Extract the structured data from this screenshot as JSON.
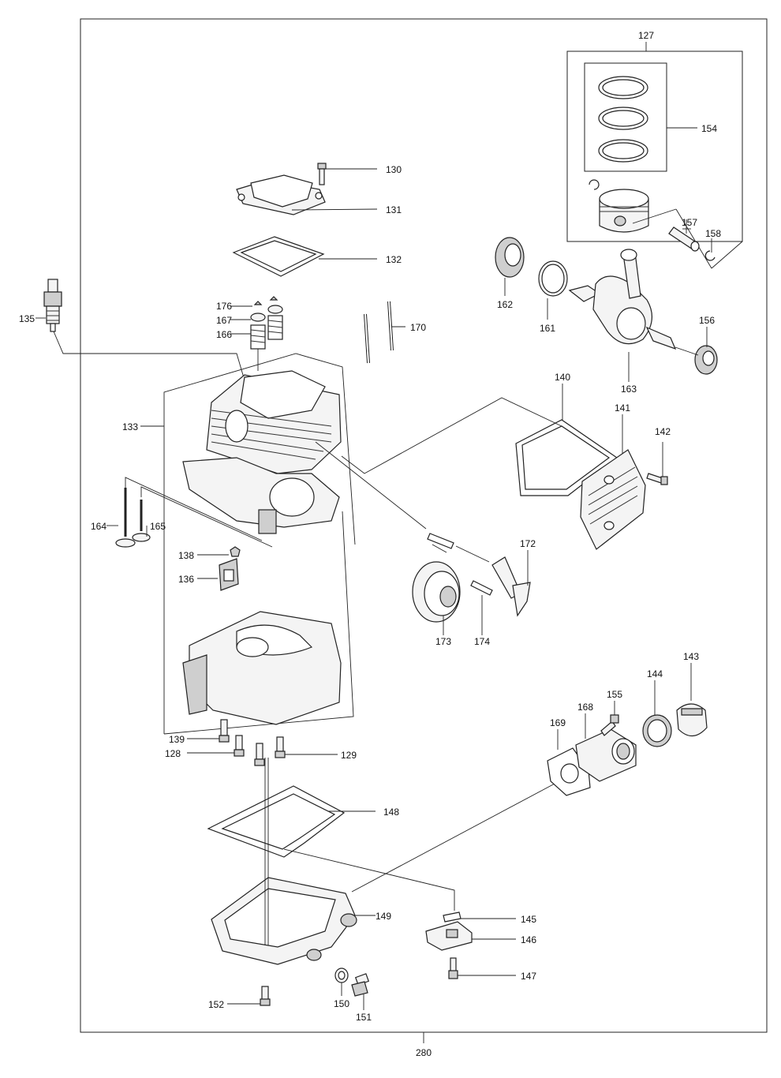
{
  "labels": {
    "l127": "127",
    "l130": "130",
    "l131": "131",
    "l132": "132",
    "l135": "135",
    "l176": "176",
    "l167": "167",
    "l166": "166",
    "l170": "170",
    "l154": "154",
    "l157": "157",
    "l158": "158",
    "l162": "162",
    "l161": "161",
    "l156": "156",
    "l163": "163",
    "l133": "133",
    "l140": "140",
    "l141": "141",
    "l142": "142",
    "l164": "164",
    "l165": "165",
    "l138": "138",
    "l136": "136",
    "l172": "172",
    "l173": "173",
    "l174": "174",
    "l143": "143",
    "l144": "144",
    "l155": "155",
    "l168": "168",
    "l169": "169",
    "l139": "139",
    "l128": "128",
    "l129": "129",
    "l148": "148",
    "l149": "149",
    "l145": "145",
    "l146": "146",
    "l147": "147",
    "l152": "152",
    "l150": "150",
    "l151": "151",
    "l280": "280"
  }
}
